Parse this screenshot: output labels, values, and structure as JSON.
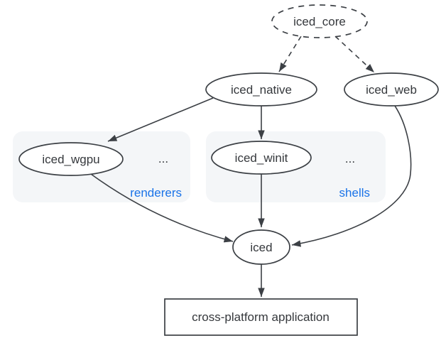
{
  "diagram": {
    "nodes": {
      "iced_core": {
        "label": "iced_core",
        "shape": "ellipse",
        "border": "dashed"
      },
      "iced_native": {
        "label": "iced_native",
        "shape": "ellipse",
        "border": "solid"
      },
      "iced_web": {
        "label": "iced_web",
        "shape": "ellipse",
        "border": "solid"
      },
      "iced_wgpu": {
        "label": "iced_wgpu",
        "shape": "ellipse",
        "border": "solid"
      },
      "iced_winit": {
        "label": "iced_winit",
        "shape": "ellipse",
        "border": "solid"
      },
      "iced": {
        "label": "iced",
        "shape": "ellipse",
        "border": "solid"
      },
      "application": {
        "label": "cross-platform application",
        "shape": "rect",
        "border": "solid"
      }
    },
    "groups": {
      "renderers": {
        "label": "renderers",
        "ellipsis": "..."
      },
      "shells": {
        "label": "shells",
        "ellipsis": "..."
      }
    },
    "edges": [
      {
        "from": "iced_core",
        "to": "iced_native",
        "style": "dashed"
      },
      {
        "from": "iced_core",
        "to": "iced_web",
        "style": "dashed"
      },
      {
        "from": "iced_native",
        "to": "iced_wgpu",
        "style": "solid"
      },
      {
        "from": "iced_native",
        "to": "iced_winit",
        "style": "solid"
      },
      {
        "from": "iced_wgpu",
        "to": "iced",
        "style": "solid"
      },
      {
        "from": "iced_winit",
        "to": "iced",
        "style": "solid"
      },
      {
        "from": "iced_web",
        "to": "iced",
        "style": "solid"
      },
      {
        "from": "iced",
        "to": "application",
        "style": "solid"
      }
    ],
    "colors": {
      "stroke": "#3c4045",
      "text": "#35383c",
      "node_fill": "#ffffff",
      "group_fill": "#f4f6f8",
      "group_label": "#1a73e8",
      "background": "#ffffff"
    }
  }
}
